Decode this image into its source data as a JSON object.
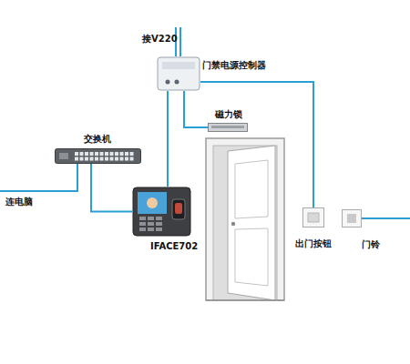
{
  "diagram": {
    "nodes": [
      {
        "text": [
          "门禁电源控制器"
        ]
      },
      {
        "text": [
          "磁力锁"
        ]
      },
      {
        "text": [
          "交换机"
        ]
      },
      {
        "text": [
          "IFACE702"
        ]
      },
      {
        "text": [
          "出门按钮"
        ]
      },
      {
        "text": [
          "门铃"
        ]
      }
    ],
    "edges": [
      {
        "from": 0,
        "to": 1,
        "arrow": "none"
      },
      {
        "from": 0,
        "to": 3,
        "arrow": "none"
      },
      {
        "from": 0,
        "to": 4,
        "arrow": "none"
      },
      {
        "from": 2,
        "to": 3,
        "arrow": "none"
      }
    ],
    "labels": [
      "接V220",
      "连电脑"
    ]
  }
}
